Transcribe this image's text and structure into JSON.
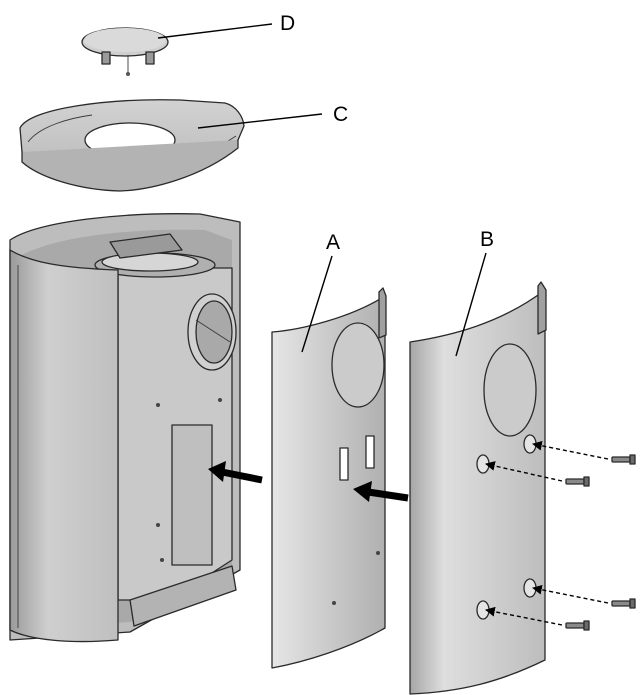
{
  "labels": {
    "a": "A",
    "b": "B",
    "c": "C",
    "d": "D"
  },
  "colors": {
    "panel_light": "#d9d9d9",
    "panel_mid": "#c4c4c4",
    "panel_dark": "#9e9e9e",
    "interior": "#8c8c8c",
    "outline": "#2a2a2a",
    "arrow": "#000000"
  }
}
